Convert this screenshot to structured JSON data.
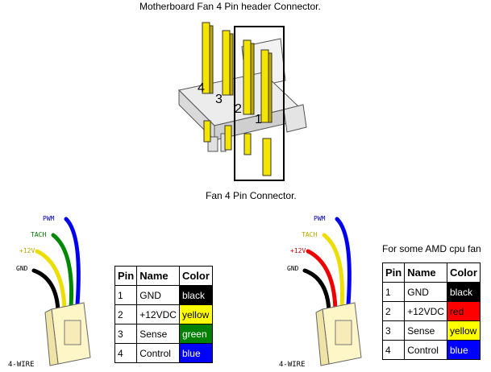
{
  "top_title": "Motherboard Fan 4 Pin header Connector.",
  "header_pin_numbers": [
    "4",
    "3",
    "2",
    "1"
  ],
  "fan_title": "Fan 4 Pin Connector.",
  "amd_note": "For some AMD cpu fan",
  "wire_count_label": "4-WIRE",
  "left_diagram": {
    "wire_labels": [
      "PWM",
      "TACH",
      "+12V",
      "GND"
    ],
    "wire_colors": [
      "#0000ee",
      "#008800",
      "#eedd00",
      "#000000"
    ]
  },
  "right_diagram": {
    "wire_labels": [
      "PWM",
      "TACH",
      "+12V",
      "GND"
    ],
    "wire_colors": [
      "#0000ee",
      "#eedd00",
      "#ee0000",
      "#000000"
    ]
  },
  "table_headers": [
    "Pin",
    "Name",
    "Color"
  ],
  "left_table": [
    {
      "pin": "1",
      "name": "GND",
      "color": "black",
      "bg": "#000000",
      "fg": "#ffffff"
    },
    {
      "pin": "2",
      "name": "+12VDC",
      "color": "yellow",
      "bg": "#ffff00",
      "fg": "#000000"
    },
    {
      "pin": "3",
      "name": "Sense",
      "color": "green",
      "bg": "#008000",
      "fg": "#ffffff"
    },
    {
      "pin": "4",
      "name": "Control",
      "color": "blue",
      "bg": "#0000ff",
      "fg": "#ffffff"
    }
  ],
  "right_table": [
    {
      "pin": "1",
      "name": "GND",
      "color": "black",
      "bg": "#000000",
      "fg": "#ffffff"
    },
    {
      "pin": "2",
      "name": "+12VDC",
      "color": "red",
      "bg": "#ff0000",
      "fg": "#000000"
    },
    {
      "pin": "3",
      "name": "Sense",
      "color": "yellow",
      "bg": "#ffff00",
      "fg": "#000000"
    },
    {
      "pin": "4",
      "name": "Control",
      "color": "blue",
      "bg": "#0000ff",
      "fg": "#ffffff"
    }
  ]
}
